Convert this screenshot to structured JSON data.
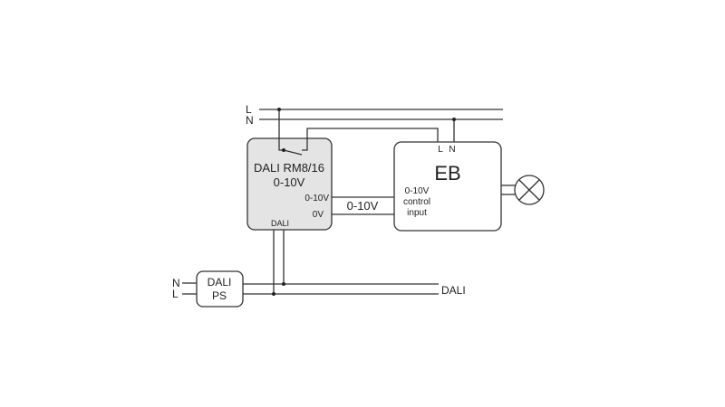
{
  "supply": {
    "l_label": "L",
    "n_label": "N"
  },
  "relay_module": {
    "name": "DALI RM8/16",
    "type": "0-10V",
    "out_label": "0-10V",
    "zero_label": "0V",
    "dali_label": "DALI"
  },
  "control_link": {
    "label": "0-10V"
  },
  "ballast": {
    "title": "EB",
    "l_label": "L",
    "n_label": "N",
    "input_line1": "0-10V",
    "input_line2": "control",
    "input_line3": "input"
  },
  "dali_ps": {
    "line1": "DALI",
    "line2": "PS",
    "n_label": "N",
    "l_label": "L"
  },
  "bus": {
    "label": "DALI"
  },
  "colors": {
    "line": "#333333",
    "module_fill": "#e4e4e4"
  }
}
